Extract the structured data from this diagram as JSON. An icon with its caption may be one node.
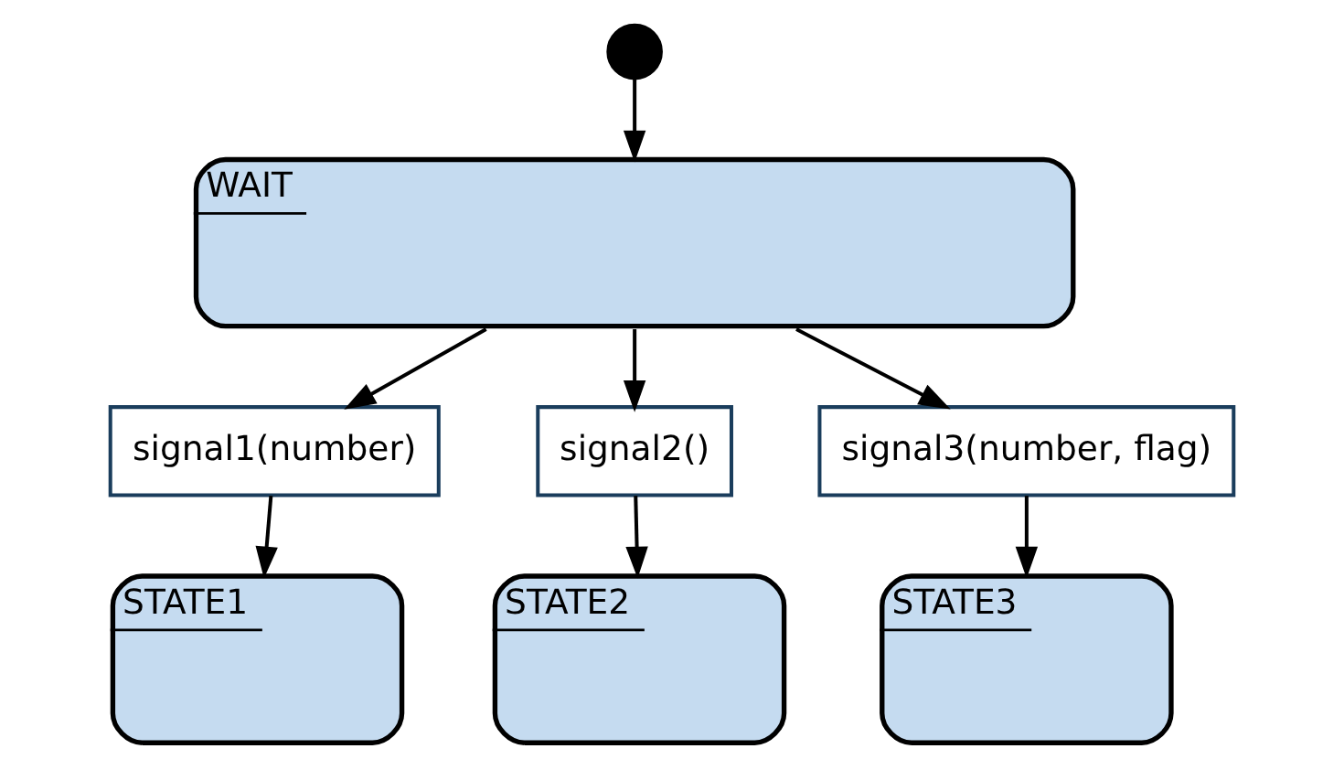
{
  "diagram": {
    "nodes": [
      {
        "text": [],
        "shape": "circle"
      },
      {
        "text": [
          "WAIT"
        ]
      },
      {
        "text": [
          "signal1(number)"
        ]
      },
      {
        "text": [
          "signal2()"
        ]
      },
      {
        "text": [
          "signal3(number, flag)"
        ]
      },
      {
        "text": [
          "STATE1"
        ]
      },
      {
        "text": [
          "STATE2"
        ]
      },
      {
        "text": [
          "STATE3"
        ]
      }
    ],
    "edges": [
      {
        "from": 0,
        "to": 1,
        "arrow": "to"
      },
      {
        "from": 1,
        "to": 2,
        "arrow": "to"
      },
      {
        "from": 1,
        "to": 3,
        "arrow": "to"
      },
      {
        "from": 1,
        "to": 4,
        "arrow": "to"
      },
      {
        "from": 2,
        "to": 5,
        "arrow": "to"
      },
      {
        "from": 3,
        "to": 6,
        "arrow": "to"
      },
      {
        "from": 4,
        "to": 7,
        "arrow": "to"
      }
    ]
  }
}
